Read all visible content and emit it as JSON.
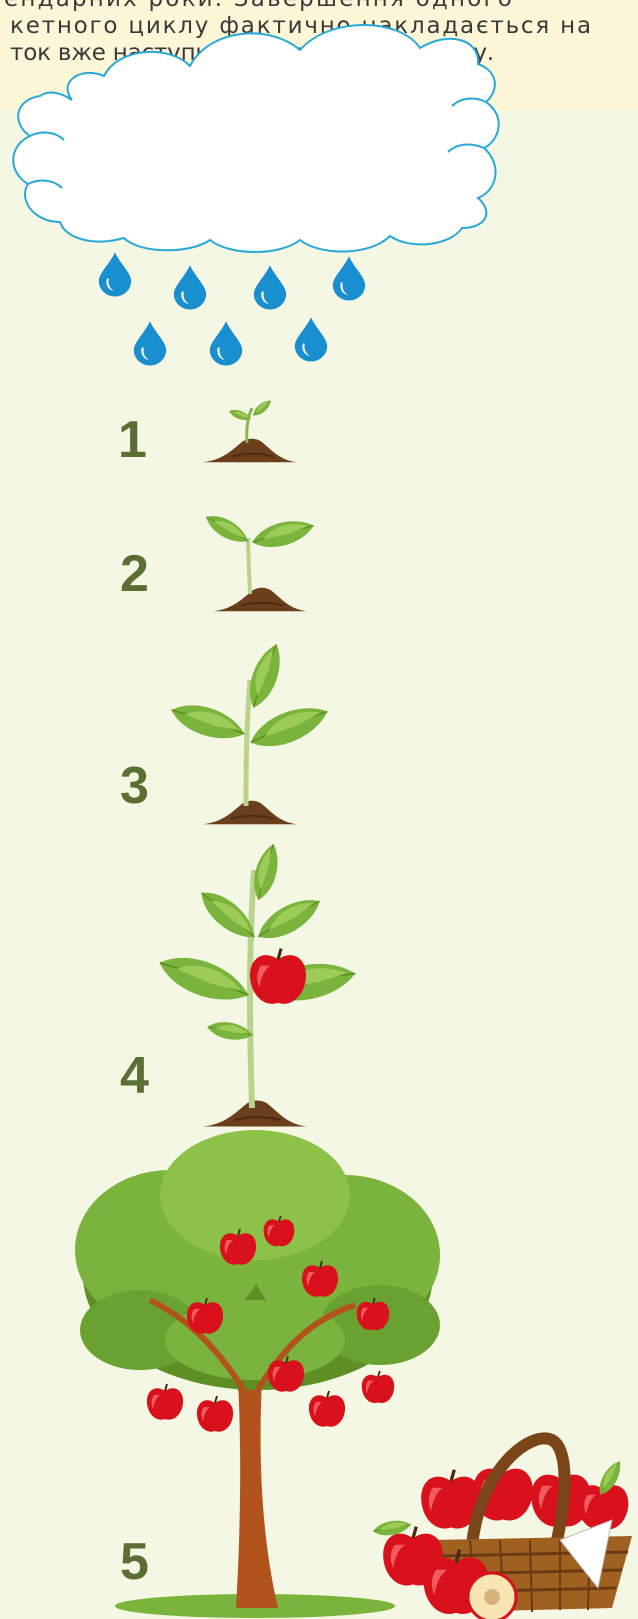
{
  "text": {
    "line1": "ендарних роки. Завершення одного",
    "line2": "кетного циклу фактично накладається на",
    "line3": "ток вже наступного бюджетного циклу."
  },
  "stages": [
    {
      "number": "1"
    },
    {
      "number": "2"
    },
    {
      "number": "3"
    },
    {
      "number": "4"
    },
    {
      "number": "5"
    }
  ],
  "colors": {
    "background": "#f4f7e3",
    "text_box": "#fdf7d8",
    "cloud_outline": "#2aa8d8",
    "raindrop": "#1a8fd0",
    "leaf": "#7bb43c",
    "soil": "#6b3f1c",
    "apple": "#d9111c",
    "number": "#5b6e33"
  },
  "icons": [
    "cloud-icon",
    "raindrop-icon",
    "sprout-icon",
    "seedling-icon",
    "young-plant-icon",
    "plant-with-apple-icon",
    "apple-tree-icon",
    "apple-basket-icon"
  ]
}
